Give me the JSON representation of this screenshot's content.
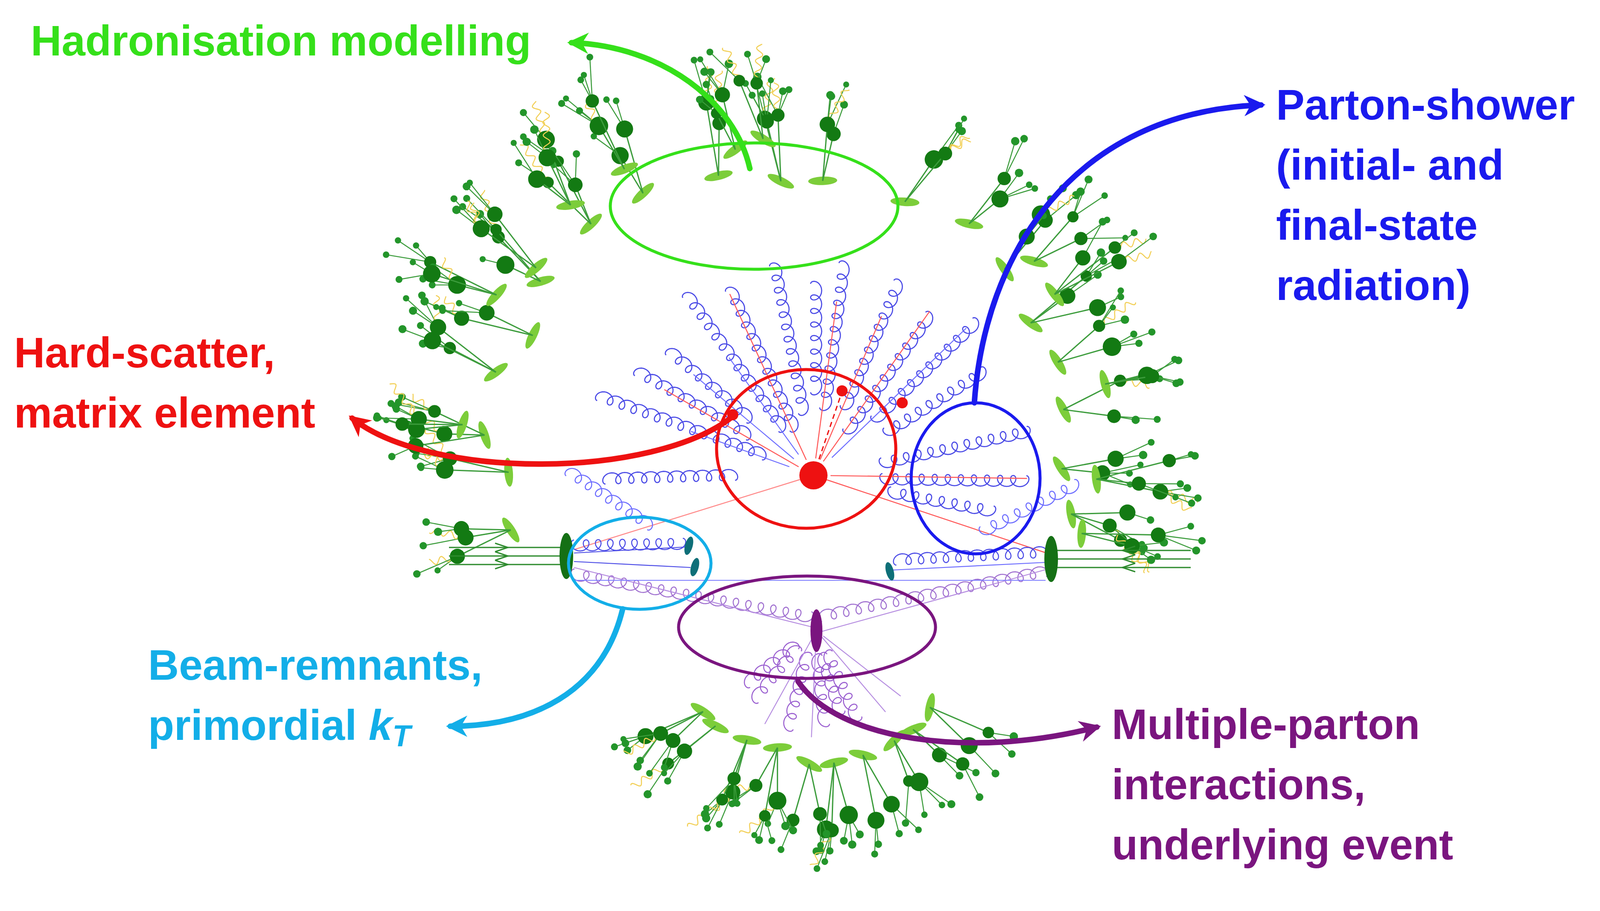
{
  "diagram": {
    "labels": [
      "Hadronisation modelling",
      "Parton-shower (initial- and final-state radiation)",
      "Hard-scatter, matrix element",
      "Beam-remnants, primordial kT",
      "Multiple-parton interactions, underlying event"
    ]
  }
}
